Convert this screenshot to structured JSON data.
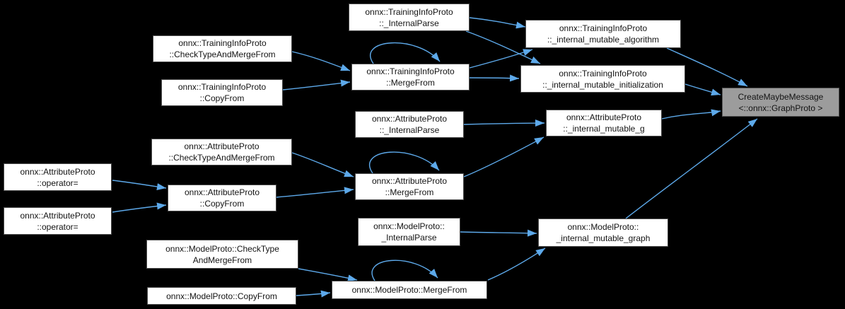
{
  "diagram": {
    "kind": "doxygen-call-graph",
    "background_color": "#000000",
    "node_fill": "#ffffff",
    "node_border": "#4c4c4c",
    "highlight_fill": "#9c9c9c",
    "edge_color": "#5da9ea",
    "text_color": "#131313"
  },
  "nodes": [
    {
      "id": "tip-internalparse",
      "label": "onnx::TrainingInfoProto\n::_InternalParse"
    },
    {
      "id": "tip-checktypeandmergefrom",
      "label": "onnx::TrainingInfoProto\n::CheckTypeAndMergeFrom"
    },
    {
      "id": "tip-copyfrom",
      "label": "onnx::TrainingInfoProto\n::CopyFrom"
    },
    {
      "id": "tip-mergefrom",
      "label": "onnx::TrainingInfoProto\n::MergeFrom"
    },
    {
      "id": "tip-internal-mutable-algorithm",
      "label": "onnx::TrainingInfoProto\n::_internal_mutable_algorithm"
    },
    {
      "id": "tip-internal-mutable-initialization",
      "label": "onnx::TrainingInfoProto\n::_internal_mutable_initialization"
    },
    {
      "id": "createmaybemessage-graphproto",
      "label": "CreateMaybeMessage\n<::onnx::GraphProto >",
      "highlighted": true
    },
    {
      "id": "ap-internalparse",
      "label": "onnx::AttributeProto\n::_InternalParse"
    },
    {
      "id": "ap-internal-mutable-g",
      "label": "onnx::AttributeProto\n::_internal_mutable_g"
    },
    {
      "id": "ap-checktypeandmergefrom",
      "label": "onnx::AttributeProto\n::CheckTypeAndMergeFrom"
    },
    {
      "id": "ap-operator-assign-1",
      "label": "onnx::AttributeProto\n::operator="
    },
    {
      "id": "ap-operator-assign-2",
      "label": "onnx::AttributeProto\n::operator="
    },
    {
      "id": "ap-copyfrom",
      "label": "onnx::AttributeProto\n::CopyFrom"
    },
    {
      "id": "ap-mergefrom",
      "label": "onnx::AttributeProto\n::MergeFrom"
    },
    {
      "id": "mp-internalparse",
      "label": "onnx::ModelProto::\n_InternalParse"
    },
    {
      "id": "mp-internal-mutable-graph",
      "label": "onnx::ModelProto::\n_internal_mutable_graph"
    },
    {
      "id": "mp-checktypeandmergefrom",
      "label": "onnx::ModelProto::CheckType\nAndMergeFrom"
    },
    {
      "id": "mp-copyfrom",
      "label": "onnx::ModelProto::CopyFrom"
    },
    {
      "id": "mp-mergefrom",
      "label": "onnx::ModelProto::MergeFrom"
    }
  ],
  "edges": [
    {
      "from": "tip-internalparse",
      "to": "tip-internal-mutable-algorithm"
    },
    {
      "from": "tip-internalparse",
      "to": "tip-internal-mutable-initialization"
    },
    {
      "from": "tip-checktypeandmergefrom",
      "to": "tip-mergefrom"
    },
    {
      "from": "tip-copyfrom",
      "to": "tip-mergefrom"
    },
    {
      "from": "tip-mergefrom",
      "to": "tip-mergefrom"
    },
    {
      "from": "tip-mergefrom",
      "to": "tip-internal-mutable-algorithm"
    },
    {
      "from": "tip-mergefrom",
      "to": "tip-internal-mutable-initialization"
    },
    {
      "from": "tip-internal-mutable-algorithm",
      "to": "createmaybemessage-graphproto"
    },
    {
      "from": "tip-internal-mutable-initialization",
      "to": "createmaybemessage-graphproto"
    },
    {
      "from": "ap-internalparse",
      "to": "ap-internal-mutable-g"
    },
    {
      "from": "ap-internal-mutable-g",
      "to": "createmaybemessage-graphproto"
    },
    {
      "from": "ap-checktypeandmergefrom",
      "to": "ap-mergefrom"
    },
    {
      "from": "ap-operator-assign-1",
      "to": "ap-copyfrom"
    },
    {
      "from": "ap-operator-assign-2",
      "to": "ap-copyfrom"
    },
    {
      "from": "ap-copyfrom",
      "to": "ap-mergefrom"
    },
    {
      "from": "ap-mergefrom",
      "to": "ap-mergefrom"
    },
    {
      "from": "ap-mergefrom",
      "to": "ap-internal-mutable-g"
    },
    {
      "from": "mp-internalparse",
      "to": "mp-internal-mutable-graph"
    },
    {
      "from": "mp-internal-mutable-graph",
      "to": "createmaybemessage-graphproto"
    },
    {
      "from": "mp-checktypeandmergefrom",
      "to": "mp-mergefrom"
    },
    {
      "from": "mp-copyfrom",
      "to": "mp-mergefrom"
    },
    {
      "from": "mp-mergefrom",
      "to": "mp-mergefrom"
    },
    {
      "from": "mp-mergefrom",
      "to": "mp-internal-mutable-graph"
    }
  ]
}
